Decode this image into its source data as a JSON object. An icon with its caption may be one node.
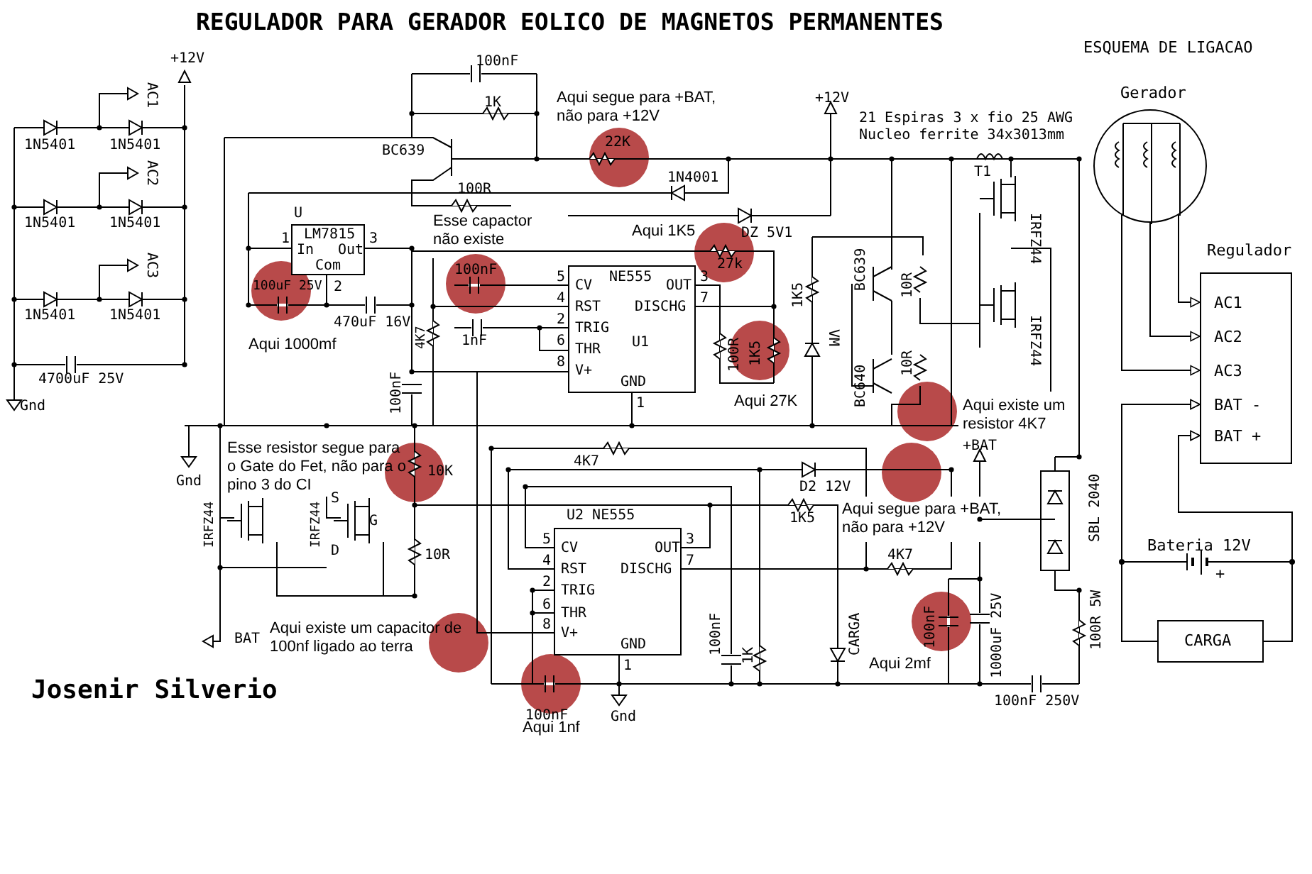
{
  "diagram": {
    "title": "REGULADOR PARA GERADOR EOLICO DE MAGNETOS PERMANENTES",
    "nodes": [
      {
        "text": [
          "U",
          "LM7815",
          "In",
          "Out",
          "Com"
        ],
        "beside": [
          "1",
          "3",
          "2"
        ]
      },
      {
        "text": [
          "NE555",
          "CV",
          "RST",
          "TRIG",
          "THR",
          "V+",
          "OUT",
          "DISCHG",
          "U1",
          "GND"
        ],
        "beside": [
          "5",
          "4",
          "2",
          "6",
          "8",
          "3",
          "7",
          "1"
        ]
      },
      {
        "text": [
          "U2 NE555",
          "CV",
          "RST",
          "TRIG",
          "THR",
          "V+",
          "OUT",
          "DISCHG",
          "GND"
        ],
        "beside": [
          "5",
          "4",
          "2",
          "6",
          "8",
          "3",
          "7",
          "1"
        ]
      },
      {
        "text": [
          "Gerador"
        ]
      },
      {
        "text": [
          "Regulador",
          "AC1",
          "AC2",
          "AC3",
          "BAT -",
          "BAT +"
        ]
      },
      {
        "text": [
          "Bateria 12V",
          "+"
        ]
      },
      {
        "text": [
          "CARGA"
        ]
      }
    ],
    "edges": [
      {
        "from": 3,
        "to": 4,
        "arrow": "to"
      },
      {
        "from": 3,
        "to": 4,
        "arrow": "to"
      },
      {
        "from": 3,
        "to": 4,
        "arrow": "to"
      },
      {
        "from": 5,
        "to": 4,
        "arrow": "to"
      },
      {
        "from": 6,
        "to": 4,
        "arrow": "to"
      },
      {
        "from": 5,
        "to": 4,
        "arrow": "to"
      },
      {
        "from": 6,
        "to": 4,
        "arrow": "to"
      },
      {
        "from": 0,
        "to": 1,
        "arrow": "none"
      },
      {
        "from": 0,
        "to": 2,
        "arrow": "none"
      }
    ],
    "labels": [
      "+12V",
      "AC1",
      "AC2",
      "AC3",
      "1N5401",
      "1N5401",
      "1N5401",
      "1N5401",
      "1N5401",
      "1N5401",
      "4700uF 25V",
      "Gnd",
      "100nF",
      "1K",
      "Aqui segue para +BAT, não para +12V",
      "+12V",
      "21 Espiras 3 x fio 25 AWG Nucleo ferrite 34x3013mm",
      "BC639",
      "22K",
      "T1",
      "1N4001",
      "100R",
      "Esse capactor não existe",
      "Aqui 1K5",
      "DZ 5V1",
      "27k",
      "100uF 25V",
      "470uF 16V",
      "Aqui 1000mf",
      "100nF",
      "1nF",
      "4K7",
      "100nF",
      "100R",
      "1K5",
      "Aqui 27K",
      "1K5",
      "VM",
      "BC639",
      "10R",
      "BC640",
      "10R",
      "IRFZ44",
      "IRFZ44",
      "Aqui existe um resistor 4K7",
      "ESQUEMA DE LIGACAO",
      "Gnd",
      "Esse resistor segue para o Gate do Fet, não para o pino 3 do CI",
      "10K",
      "IRFZ44",
      "IRFZ44",
      "S",
      "G",
      "D",
      "10R",
      "4K7",
      "D2 12V",
      "1K5",
      "Aqui segue para +BAT, não para +12V",
      "+BAT",
      "4K7",
      "SBL 2040",
      "BAT",
      "Aqui existe um capacitor de 100nf ligado ao terra",
      "100nF",
      "1K",
      "CARGA",
      "100nF",
      "1000uF 25V",
      "Aqui 2mf",
      "100R 5W",
      "Josenir Silverio",
      "100nF",
      "Aqui 1nf",
      "Gnd",
      "100nF 250V"
    ]
  }
}
